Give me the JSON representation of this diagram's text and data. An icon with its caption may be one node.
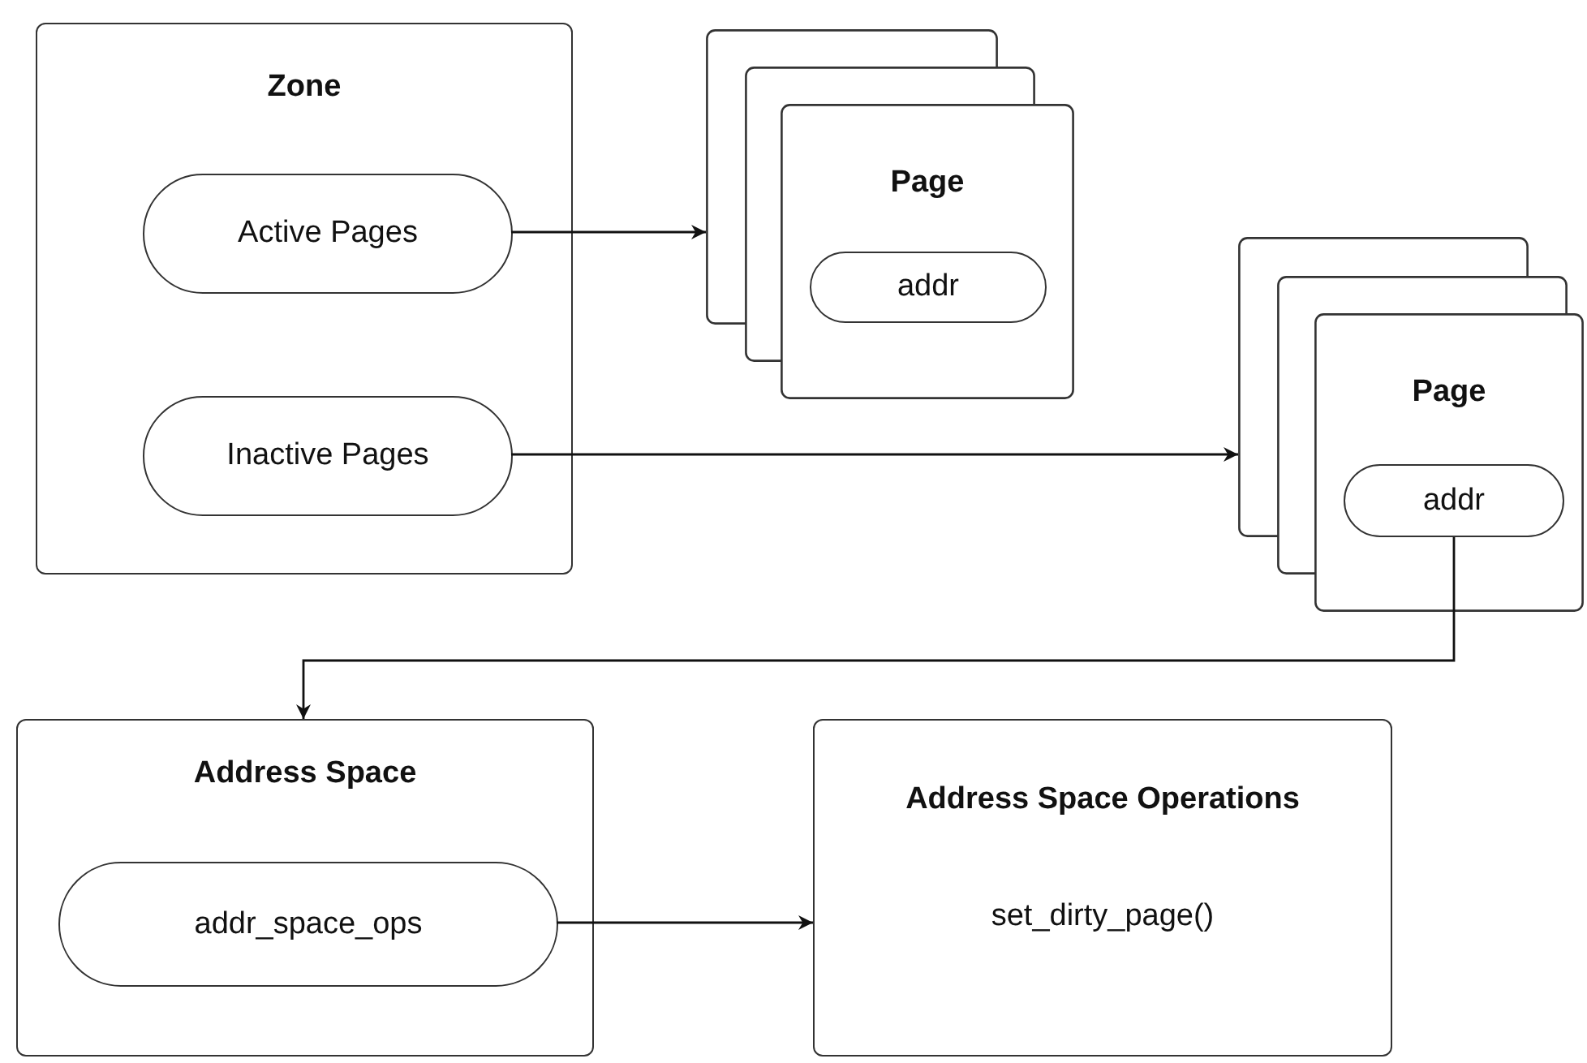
{
  "diagram": {
    "nodes": [
      {
        "text": [
          "Zone"
        ]
      },
      {
        "text": [
          "Active Pages"
        ],
        "in": 0
      },
      {
        "text": [
          "Inactive Pages"
        ],
        "in": 0
      },
      {
        "text": [
          "Page"
        ]
      },
      {
        "text": [
          "addr"
        ],
        "in": 3
      },
      {
        "text": [
          "Page"
        ]
      },
      {
        "text": [
          "addr"
        ],
        "in": 5
      },
      {
        "text": [
          "Address Space"
        ]
      },
      {
        "text": [
          "addr_space_ops"
        ],
        "in": 7
      },
      {
        "text": [
          "Address Space Operations",
          "set_dirty_page()"
        ]
      }
    ],
    "edges": [
      {
        "from": 1,
        "to": 3,
        "arrow": "to"
      },
      {
        "from": 2,
        "to": 5,
        "arrow": "to"
      },
      {
        "from": 6,
        "to": 7,
        "arrow": "to"
      },
      {
        "from": 8,
        "to": 9,
        "arrow": "to"
      }
    ]
  }
}
